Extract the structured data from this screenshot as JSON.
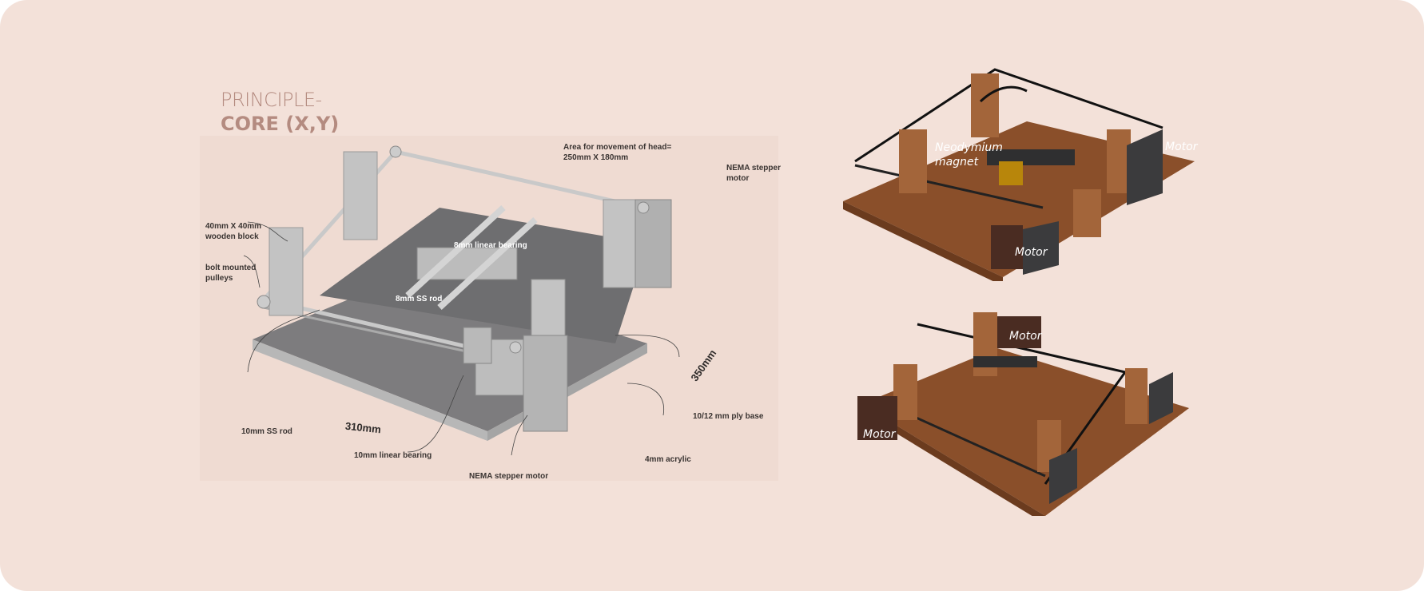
{
  "title": {
    "line1": "PRINCIPLE-",
    "line2": "CORE (X,Y)"
  },
  "diagram": {
    "labels": {
      "area_line1": "Area for movement of head=",
      "area_line2": "250mm X 180mm",
      "nema_top_line1": "NEMA stepper",
      "nema_top_line2": "motor",
      "block_line1": "40mm X 40mm",
      "block_line2": "wooden block",
      "pulleys_line1": "bolt mounted",
      "pulleys_line2": "pulleys",
      "bearing8": "8mm linear bearing",
      "rod8": "8mm SS rod",
      "rod10": "10mm SS rod",
      "bearing10": "10mm linear bearing",
      "nema_bottom": "NEMA stepper motor",
      "acrylic": "4mm acrylic",
      "ply": "10/12 mm ply base"
    },
    "dimensions": {
      "width": "310mm",
      "depth": "350mm"
    }
  },
  "render_top": {
    "magnet_line1": "Neodymium",
    "magnet_line2": "magnet",
    "motor_right": "Motor",
    "motor_front": "Motor"
  },
  "render_bottom": {
    "motor_back": "Motor",
    "motor_left": "Motor"
  },
  "colors": {
    "background": "#f3e1d9",
    "title": "#b48b80",
    "wood": "#8a4f2a",
    "metal": "#3b3b3d"
  }
}
